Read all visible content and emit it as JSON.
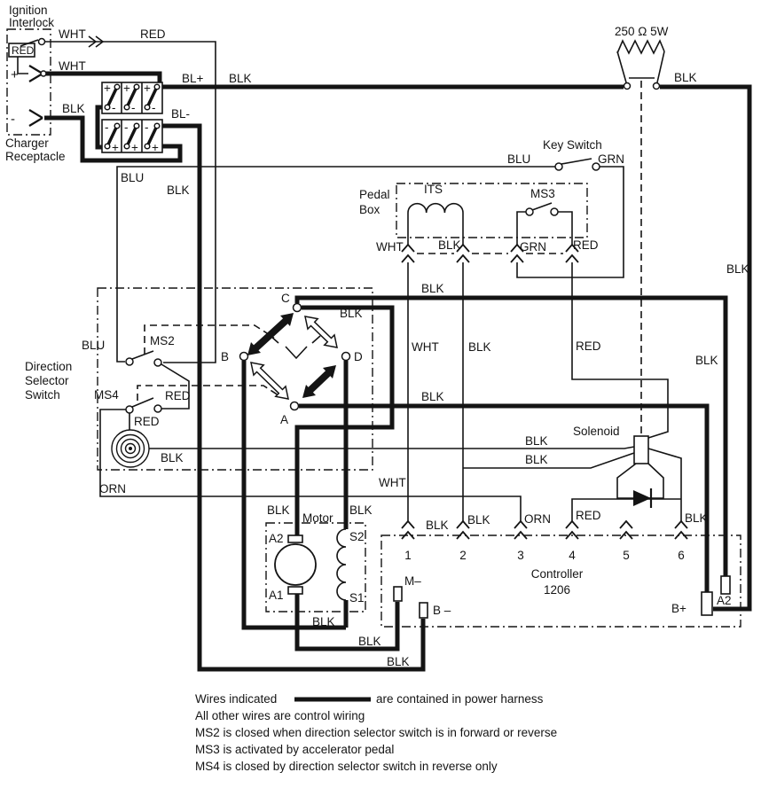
{
  "colors": {
    "ink": "#141414",
    "bg": "#ffffff"
  },
  "ignition": {
    "line1": "Ignition",
    "line2": "Interlock",
    "red_label": "RED",
    "plus": "+",
    "minus": "-",
    "wht_top": "WHT",
    "red_top": "RED",
    "wht_mid": "WHT",
    "blk": "BLK",
    "charger1": "Charger",
    "charger2": "Receptacle"
  },
  "battery": {
    "bl_plus": "BL+",
    "blk": "BLK",
    "bl_minus": "BL-",
    "plus": "+",
    "minus": "-"
  },
  "resistor": {
    "value": "250 Ω 5W",
    "blk": "BLK"
  },
  "key": {
    "name": "Key Switch",
    "blu": "BLU",
    "grn": "GRN"
  },
  "rails": {
    "blu": "BLU",
    "blk": "BLK"
  },
  "pedal": {
    "name1": "Pedal",
    "name2": "Box",
    "its": "ITS",
    "ms3": "MS3",
    "wht": "WHT",
    "blk": "BLK",
    "grn": "GRN",
    "red": "RED"
  },
  "dir": {
    "name1": "Direction",
    "name2": "Selector",
    "name3": "Switch",
    "ms2": "MS2",
    "ms4": "MS4",
    "blu": "BLU",
    "red1": "RED",
    "red2": "RED",
    "blk_horn": "BLK",
    "orn": "ORN",
    "c": "C",
    "b": "B",
    "d": "D",
    "a": "A",
    "blk_c": "BLK"
  },
  "mid": {
    "blk_top": "BLK",
    "wht": "WHT",
    "blk": "BLK",
    "red": "RED",
    "blk_a": "BLK",
    "wht2": "WHT",
    "blk_far": "BLK",
    "blk_right": "BLK"
  },
  "sol": {
    "name": "Solenoid",
    "blk1": "BLK",
    "blk2": "BLK"
  },
  "motor": {
    "name": "Motor",
    "blk1": "BLK",
    "blk2": "BLK",
    "a2": "A2",
    "a1": "A1",
    "s2": "S2",
    "s1": "S1"
  },
  "ctrl": {
    "name": "Controller",
    "model": "1206",
    "pins": [
      "1",
      "2",
      "3",
      "4",
      "5",
      "6"
    ],
    "blk1": "BLK",
    "blk2": "BLK",
    "orn": "ORN",
    "red": "RED",
    "blk6": "BLK",
    "m_minus": "M–",
    "b_minus": "B –",
    "b_plus": "B+",
    "a2": "A2"
  },
  "bottom": {
    "blk1": "BLK",
    "blk2": "BLK",
    "blk3": "BLK"
  },
  "notes": {
    "n1a": "Wires indicated",
    "n1b": "are contained in power harness",
    "n2": "All other wires are control wiring",
    "n3": "MS2 is closed when direction selector switch is in forward or reverse",
    "n4": "MS3 is activated by accelerator pedal",
    "n5": "MS4 is closed by direction selector switch in reverse only"
  }
}
